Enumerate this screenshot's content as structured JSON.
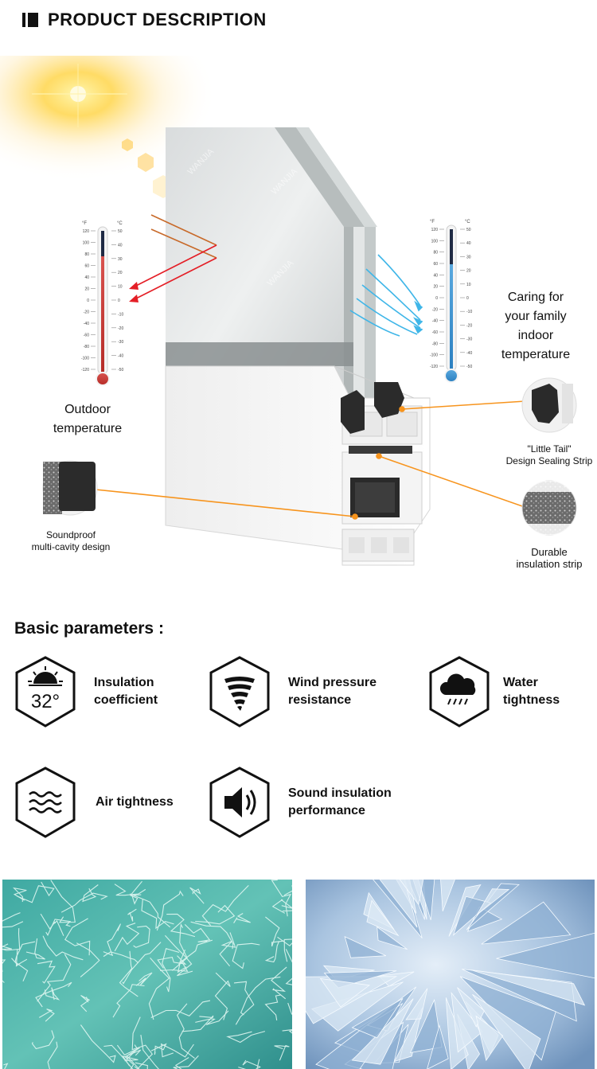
{
  "header": {
    "title": "PRODUCT DESCRIPTION"
  },
  "diagram": {
    "thermometer_left": {
      "unit_f": "°F",
      "unit_c": "°C",
      "ticks_f": [
        "120",
        "100",
        "80",
        "60",
        "40",
        "20",
        "0",
        "-20",
        "-40",
        "-60",
        "-80",
        "-100",
        "-120"
      ],
      "ticks_c": [
        "50",
        "40",
        "30",
        "20",
        "10",
        "0",
        "-10",
        "-20",
        "-30",
        "-40",
        "-50"
      ]
    },
    "thermometer_right": {
      "unit_f": "°F",
      "unit_c": "°C",
      "ticks_f": [
        "120",
        "100",
        "80",
        "60",
        "40",
        "20",
        "0",
        "-20",
        "-40",
        "-60",
        "-80",
        "-100",
        "-120"
      ],
      "ticks_c": [
        "50",
        "40",
        "30",
        "20",
        "10",
        "0",
        "-10",
        "-20",
        "-30",
        "-40",
        "-50"
      ]
    },
    "watermark": "WANJIA",
    "outdoor_label_line1": "Outdoor",
    "outdoor_label_line2": "temperature",
    "indoor_label_line1": "Caring for",
    "indoor_label_line2": "your family",
    "indoor_label_line3": "indoor",
    "indoor_label_line4": "temperature",
    "sealing_label_line1": "\"Little Tail\"",
    "sealing_label_line2": "Design Sealing Strip",
    "soundproof_label_line1": "Soundproof",
    "soundproof_label_line2": "multi-cavity design",
    "insulation_label_line1": "Durable",
    "insulation_label_line2": "insulation strip",
    "colors": {
      "callout_line": "#f7941d",
      "heat_arrow": "#e41e26",
      "cool_arrow": "#3fb6e8"
    }
  },
  "parameters": {
    "title": "Basic parameters :",
    "items": [
      {
        "icon": "sun-thermometer-icon",
        "icon_text": "32°",
        "line1": "Insulation",
        "line2": "coefficient"
      },
      {
        "icon": "tornado-icon",
        "line1": "Wind pressure",
        "line2": "resistance"
      },
      {
        "icon": "rain-cloud-icon",
        "line1": "Water",
        "line2": "tightness"
      },
      {
        "icon": "air-waves-icon",
        "line1": "Air tightness",
        "line2": ""
      },
      {
        "icon": "speaker-icon",
        "line1": "Sound insulation",
        "line2": "performance"
      }
    ]
  }
}
